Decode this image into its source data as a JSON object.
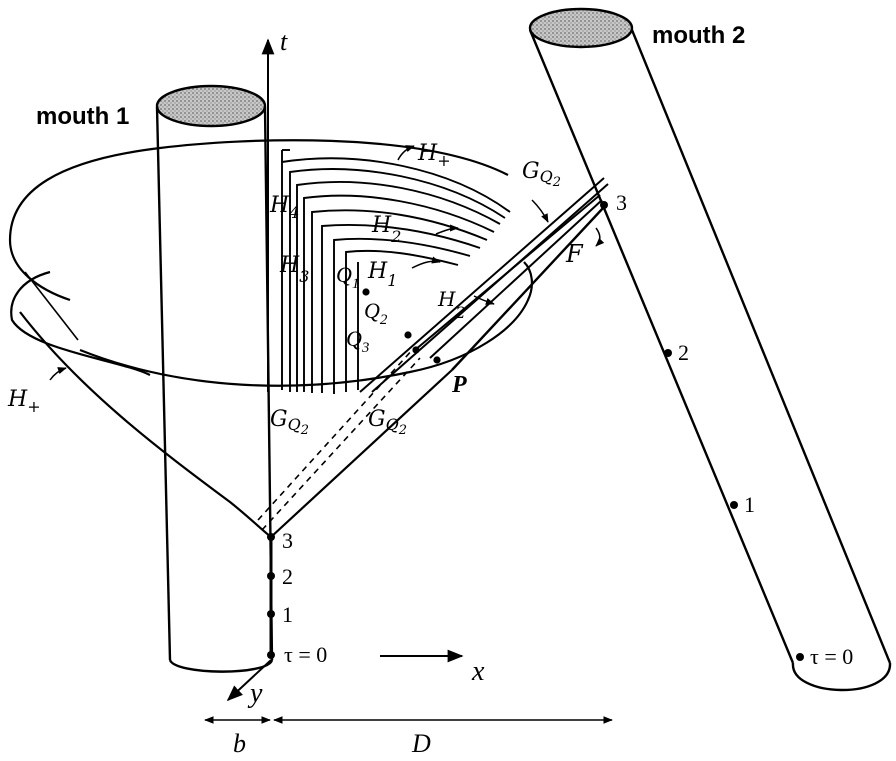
{
  "mouth1_label": "mouth 1",
  "mouth2_label": "mouth 2",
  "axis_t": "t",
  "axis_x": "x",
  "axis_y": "y",
  "dim_b": "b",
  "dim_D": "D",
  "tick_tau0_left": "τ = 0",
  "tick_1_left": "1",
  "tick_2_left": "2",
  "tick_3_left": "3",
  "tick_tau0_right": "τ = 0",
  "tick_1_right": "1",
  "tick_2_right": "2",
  "tick_3_right": "3",
  "H_plus_top": "H",
  "H_plus_top_sub": "+",
  "H_plus_left": "H",
  "H_plus_left_sub": "+",
  "H4": "H",
  "H4_sub": "4",
  "H3": "H",
  "H3_sub": "3",
  "H2": "H",
  "H2_sub": "2",
  "H1": "H",
  "H1_sub": "1",
  "H2prime": "H",
  "H2prime_sub": "2",
  "Q1": "Q",
  "Q1_sub": "1",
  "Q2": "Q",
  "Q2_sub": "2",
  "Q3": "Q",
  "Q3_sub": "3",
  "G_top": "G",
  "G_top_sub": "Q",
  "G_top_subsub": "2",
  "G_left": "G",
  "G_left_sub": "Q",
  "G_left_subsub": "2",
  "G_right": "G",
  "G_right_sub": "Q",
  "G_right_subsub": "2",
  "F_label": "F",
  "P_label": "P",
  "colors": {
    "ink": "#000000",
    "mouth_fill": "#9a9a9a"
  }
}
